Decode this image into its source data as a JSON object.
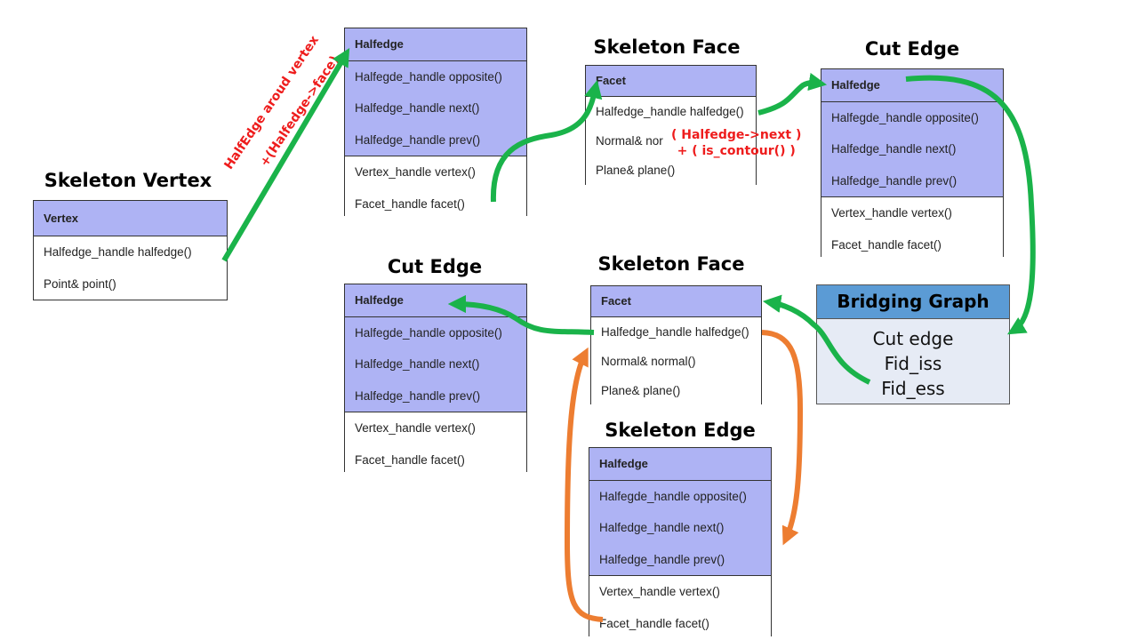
{
  "titles": {
    "skeleton_vertex": "Skeleton Vertex",
    "skeleton_face_top": "Skeleton Face",
    "cut_edge_top": "Cut Edge",
    "cut_edge_bottom": "Cut Edge",
    "skeleton_face_bottom": "Skeleton Face",
    "skeleton_edge": "Skeleton Edge"
  },
  "vertex_box": {
    "header": "Vertex",
    "rows": [
      "Halfedge_handle halfedge()",
      "Point& point()"
    ]
  },
  "halfedge_top": {
    "header": "Halfedge",
    "rows": [
      "Halfegde_handle opposite()",
      "Halfedge_handle next()",
      "Halfedge_handle prev()",
      "Vertex_handle vertex()",
      "Facet_handle facet()"
    ]
  },
  "facet_top": {
    "header": "Facet",
    "rows": [
      "Halfedge_handle halfedge()",
      "Normal& nor",
      "Plane& plane()"
    ]
  },
  "cut_edge_top_box": {
    "header": "Halfedge",
    "rows": [
      "Halfegde_handle opposite()",
      "Halfedge_handle next()",
      "Halfedge_handle prev()",
      "Vertex_handle vertex()",
      "Facet_handle facet()"
    ]
  },
  "cut_edge_bottom_box": {
    "header": "Halfedge",
    "rows": [
      "Halfegde_handle opposite()",
      "Halfedge_handle next()",
      "Halfedge_handle prev()",
      "Vertex_handle vertex()",
      "Facet_handle facet()"
    ]
  },
  "facet_bottom": {
    "header": "Facet",
    "rows": [
      "Halfedge_handle halfedge()",
      "Normal& normal()",
      "Plane& plane()"
    ]
  },
  "skeleton_edge_box": {
    "header": "Halfedge",
    "rows": [
      "Halfegde_handle opposite()",
      "Halfedge_handle next()",
      "Halfedge_handle prev()",
      "Vertex_handle vertex()",
      "Facet_handle facet()"
    ]
  },
  "bridging_graph": {
    "title": "Bridging Graph",
    "lines": [
      "Cut edge",
      "Fid_iss",
      "Fid_ess"
    ]
  },
  "annotations": {
    "diag_line1": "HalfEdge aroud vertex",
    "diag_line2": "+(Halfedge->face)",
    "facet_line1": "( Halfedge->next )",
    "facet_line2": "+ ( is_contour() )"
  },
  "colors": {
    "green": "#1ab34a",
    "orange": "#ed7d31",
    "purple_fill": "#aeb3f4",
    "bridging_header": "#5b9bd5",
    "annotation_red": "#ee1c1c"
  }
}
